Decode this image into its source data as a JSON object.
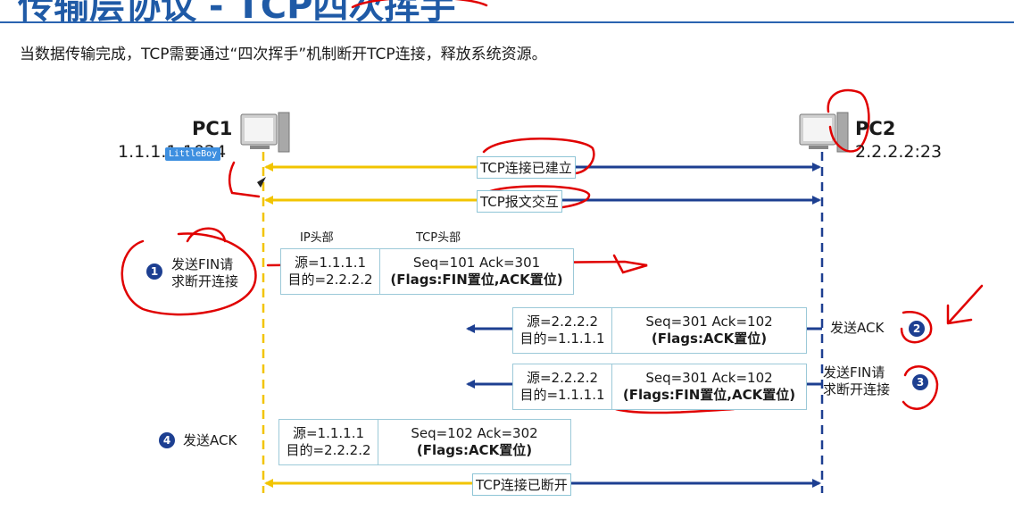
{
  "slide": {
    "title": "传输层协议 - TCP四次挥手",
    "intro": "当数据传输完成，TCP需要通过“四次挥手”机制断开TCP连接，释放系统资源。"
  },
  "colors": {
    "pc1_lane": "#f2c400",
    "pc2_lane": "#1d3f91",
    "pen": "#e00000",
    "accent": "#1f5aa6"
  },
  "pc1": {
    "name": "PC1",
    "address": "1.1.1.1:1024",
    "icon": "desktop-computer-icon"
  },
  "pc2": {
    "name": "PC2",
    "address": "2.2.2.2:23",
    "icon": "desktop-computer-icon"
  },
  "overlay_tag": "LittleBoy",
  "connection": {
    "established": "TCP连接已建立",
    "exchange": "TCP报文交互",
    "closed": "TCP连接已断开"
  },
  "headers": {
    "ip": "IP头部",
    "tcp": "TCP头部"
  },
  "steps": [
    {
      "num": "1",
      "text_line1": "发送FIN请",
      "text_line2": "求断开连接",
      "src": "源=1.1.1.1",
      "dst": "目的=2.2.2.2",
      "seq_ack": "Seq=101  Ack=301",
      "flags": "(Flags:FIN置位,ACK置位)"
    },
    {
      "num": "2",
      "text_line1": "发送ACK",
      "text_line2": "",
      "src": "源=2.2.2.2",
      "dst": "目的=1.1.1.1",
      "seq_ack": "Seq=301 Ack=102",
      "flags": "(Flags:ACK置位)"
    },
    {
      "num": "3",
      "text_line1": "发送FIN请",
      "text_line2": "求断开连接",
      "src": "源=2.2.2.2",
      "dst": "目的=1.1.1.1",
      "seq_ack": "Seq=301 Ack=102",
      "flags": "(Flags:FIN置位,ACK置位)"
    },
    {
      "num": "4",
      "text_line1": "发送ACK",
      "text_line2": "",
      "src": "源=1.1.1.1",
      "dst": "目的=2.2.2.2",
      "seq_ack": "Seq=102  Ack=302",
      "flags": "(Flags:ACK置位)"
    }
  ]
}
